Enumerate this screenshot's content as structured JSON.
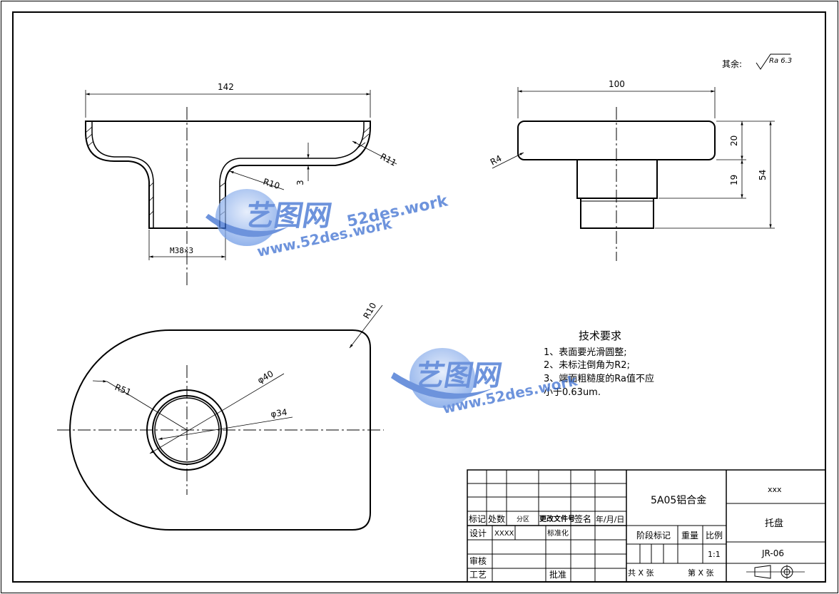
{
  "roughness_note": {
    "prefix": "其余:",
    "value": "Ra 6.3"
  },
  "front_view": {
    "dim_width": "142",
    "dim_radius_outer": "R11",
    "dim_radius_inner": "R10",
    "dim_thickness": "3",
    "dim_thread": "M38×3"
  },
  "side_view": {
    "dim_width": "100",
    "dim_radius": "R4",
    "dim_h1": "20",
    "dim_h2": "19",
    "dim_total": "54"
  },
  "top_view": {
    "dim_corner": "R10",
    "dim_radius": "R51",
    "dim_outer_dia": "φ40",
    "dim_inner_dia": "φ34"
  },
  "tech_requirements": {
    "title": "技术要求",
    "items": [
      "1、表面要光滑圆整;",
      "2、未标注倒角为R2;",
      "3、端面粗糙度的Ra值不应",
      "小于0.63um."
    ]
  },
  "title_block": {
    "h_mark": "标记",
    "h_count": "处数",
    "h_zone": "分区",
    "h_docno": "更改文件号",
    "h_sign": "签名",
    "h_date": "年/月/日",
    "design": "设计",
    "designer": "XXXX",
    "standardize": "标准化",
    "review": "审核",
    "process": "工艺",
    "approve": "批准",
    "material": "5A05铝合金",
    "stage_mark": "阶段标记",
    "weight": "重量",
    "scale_label": "比例",
    "scale_value": "1:1",
    "sheets_total": "共 X 张",
    "sheet_no": "第 X 张",
    "company": "xxx",
    "part_name": "托盘",
    "drawing_no": "JR-06"
  },
  "watermark": {
    "logo": "艺图网",
    "url1": "52des.work",
    "url2": "www.52des.work"
  },
  "colors": {
    "line": "#000000",
    "watermark": "#3d6fd1"
  }
}
